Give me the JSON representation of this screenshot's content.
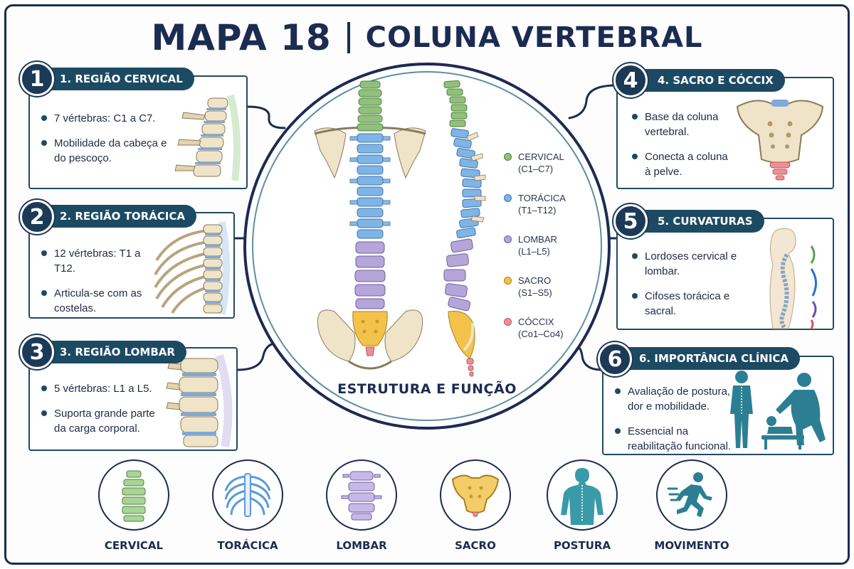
{
  "header": {
    "title_main": "MAPA 18",
    "title_sub": "COLUNA VERTEBRAL"
  },
  "colors": {
    "navy": "#1c2b52",
    "teal": "#1c4a63",
    "cervical": "#8fc17a",
    "toracica": "#7fb4e6",
    "lombar": "#b6a5d8",
    "sacro": "#f2c24b",
    "coccix": "#ef8f93",
    "bone": "#efe3c8"
  },
  "cards": [
    {
      "number": "1",
      "title": "1. REGIÃO CERVICAL",
      "bullets": [
        "7 vértebras: C1 a C7.",
        "Mobilidade da cabeça e do pescoço."
      ]
    },
    {
      "number": "2",
      "title": "2. REGIÃO TORÁCICA",
      "bullets": [
        "12 vértebras: T1 a T12.",
        "Articula-se com as costelas."
      ]
    },
    {
      "number": "3",
      "title": "3. REGIÃO LOMBAR",
      "bullets": [
        "5 vértebras: L1 a L5.",
        "Suporta grande parte da carga corporal."
      ]
    },
    {
      "number": "4",
      "title": "4. SACRO E CÓCCIX",
      "bullets": [
        "Base da coluna vertebral.",
        "Conecta a coluna à pelve."
      ]
    },
    {
      "number": "5",
      "title": "5. CURVATURAS",
      "bullets": [
        "Lordoses cervical e lombar.",
        "Cifoses torácica e sacral."
      ]
    },
    {
      "number": "6",
      "title": "6. IMPORTÂNCIA CLÍNICA",
      "bullets": [
        "Avaliação de postura, dor e mobilidade.",
        "Essencial na reabilitação funcional."
      ]
    }
  ],
  "center": {
    "label": "ESTRUTURA E FUNÇÃO",
    "legend": [
      {
        "name": "CERVICAL",
        "range": "(C1–C7)",
        "color": "#8fc17a"
      },
      {
        "name": "TORÁCICA",
        "range": "(T1–T12)",
        "color": "#7fb4e6"
      },
      {
        "name": "LOMBAR",
        "range": "(L1–L5)",
        "color": "#b6a5d8"
      },
      {
        "name": "SACRO",
        "range": "(S1–S5)",
        "color": "#f2c24b"
      },
      {
        "name": "CÓCCIX",
        "range": "(Co1–Co4)",
        "color": "#ef8f93"
      }
    ]
  },
  "bottom_icons": [
    {
      "label": "CERVICAL",
      "icon": "cervical-vertebrae-icon"
    },
    {
      "label": "TORÁCICA",
      "icon": "rib-cage-icon"
    },
    {
      "label": "LOMBAR",
      "icon": "lumbar-vertebrae-icon"
    },
    {
      "label": "SACRO",
      "icon": "sacrum-icon"
    },
    {
      "label": "POSTURA",
      "icon": "posture-icon"
    },
    {
      "label": "MOVIMENTO",
      "icon": "running-icon"
    }
  ]
}
